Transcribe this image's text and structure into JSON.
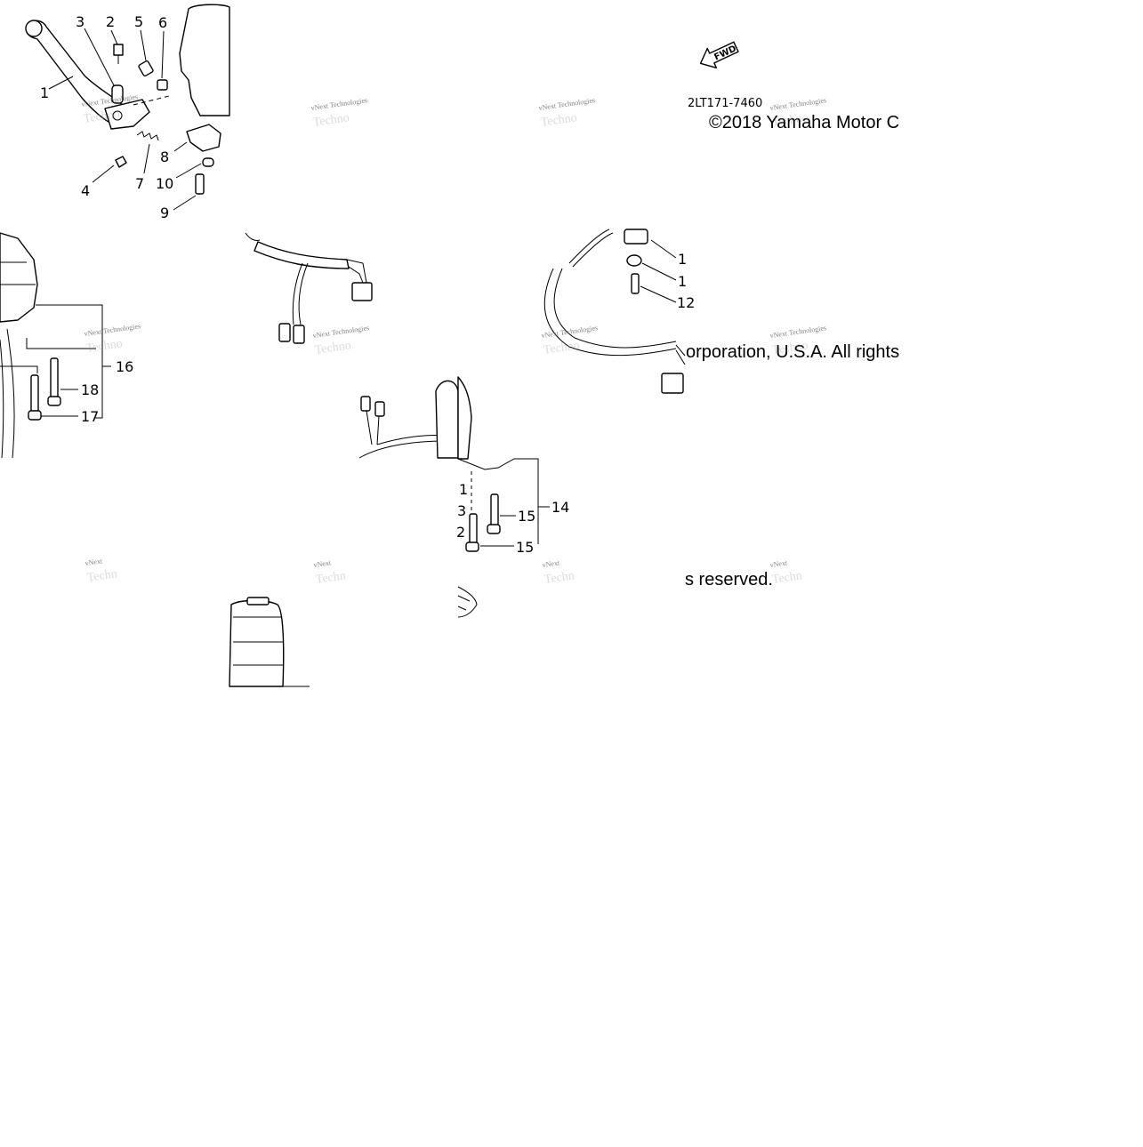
{
  "diagram": {
    "part_number": "2LT171-7460",
    "copyright_segments": [
      "©2018 Yamaha Motor C",
      "orporation, U.S.A. All rights",
      "s reserved."
    ],
    "fwd_label": "FWD",
    "watermark": [
      "vNext Technologies",
      "vNext Technologies",
      "vNext Technologies",
      "vNext Technologies",
      "vNext Technologies",
      "vNext Technologies",
      "vNext Technologies",
      "vNext Technologies",
      "vNext",
      "vNext",
      "vNext",
      "vNext"
    ],
    "watermark_faint": [
      "Techno",
      "Techno",
      "Techno",
      "Techno",
      "Techno",
      "Techno",
      "Techno",
      "Techno",
      "Techn",
      "Techn",
      "Techn",
      "Techn"
    ],
    "callouts": {
      "c1": "1",
      "c2": "2",
      "c3": "3",
      "c4": "4",
      "c5": "5",
      "c6": "6",
      "c7": "7",
      "c8": "8",
      "c9": "9",
      "c10": "10",
      "c16": "16",
      "c17": "17",
      "c18": "18",
      "c11": "1",
      "c12": "1",
      "c13": "12",
      "c14a": "1",
      "c14b": "3",
      "c14c": "2",
      "c14": "14",
      "c15a": "15",
      "c15b": "15"
    }
  }
}
